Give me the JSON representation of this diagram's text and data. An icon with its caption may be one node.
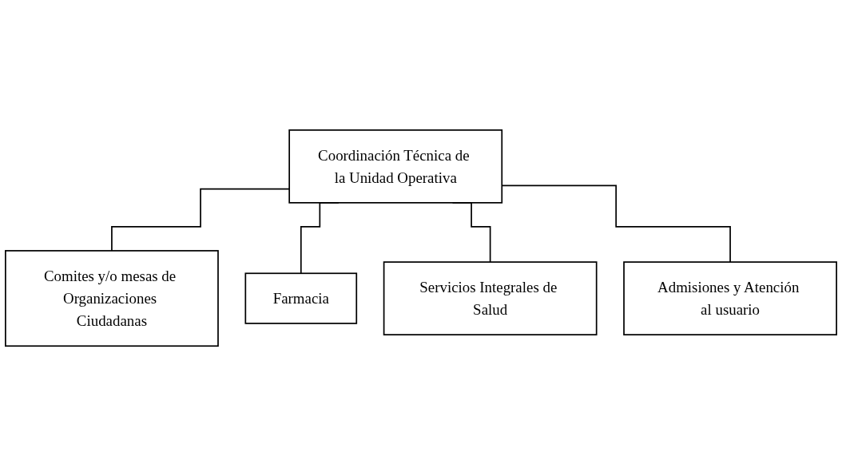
{
  "diagram": {
    "nodes": [
      {
        "text": [
          "Coordinación Técnica de la Unidad Operativa"
        ]
      },
      {
        "text": [
          "Comites y/o mesas de Organizaciones Ciudadanas"
        ]
      },
      {
        "text": [
          "Farmacia"
        ]
      },
      {
        "text": [
          "Servicios Integrales de Salud"
        ]
      },
      {
        "text": [
          "Admisiones y Atención al usuario"
        ]
      }
    ],
    "edges": [
      {
        "from": 0,
        "to": 1,
        "arrow": "none"
      },
      {
        "from": 0,
        "to": 2,
        "arrow": "none"
      },
      {
        "from": 0,
        "to": 3,
        "arrow": "none"
      },
      {
        "from": 0,
        "to": 4,
        "arrow": "none"
      }
    ]
  }
}
